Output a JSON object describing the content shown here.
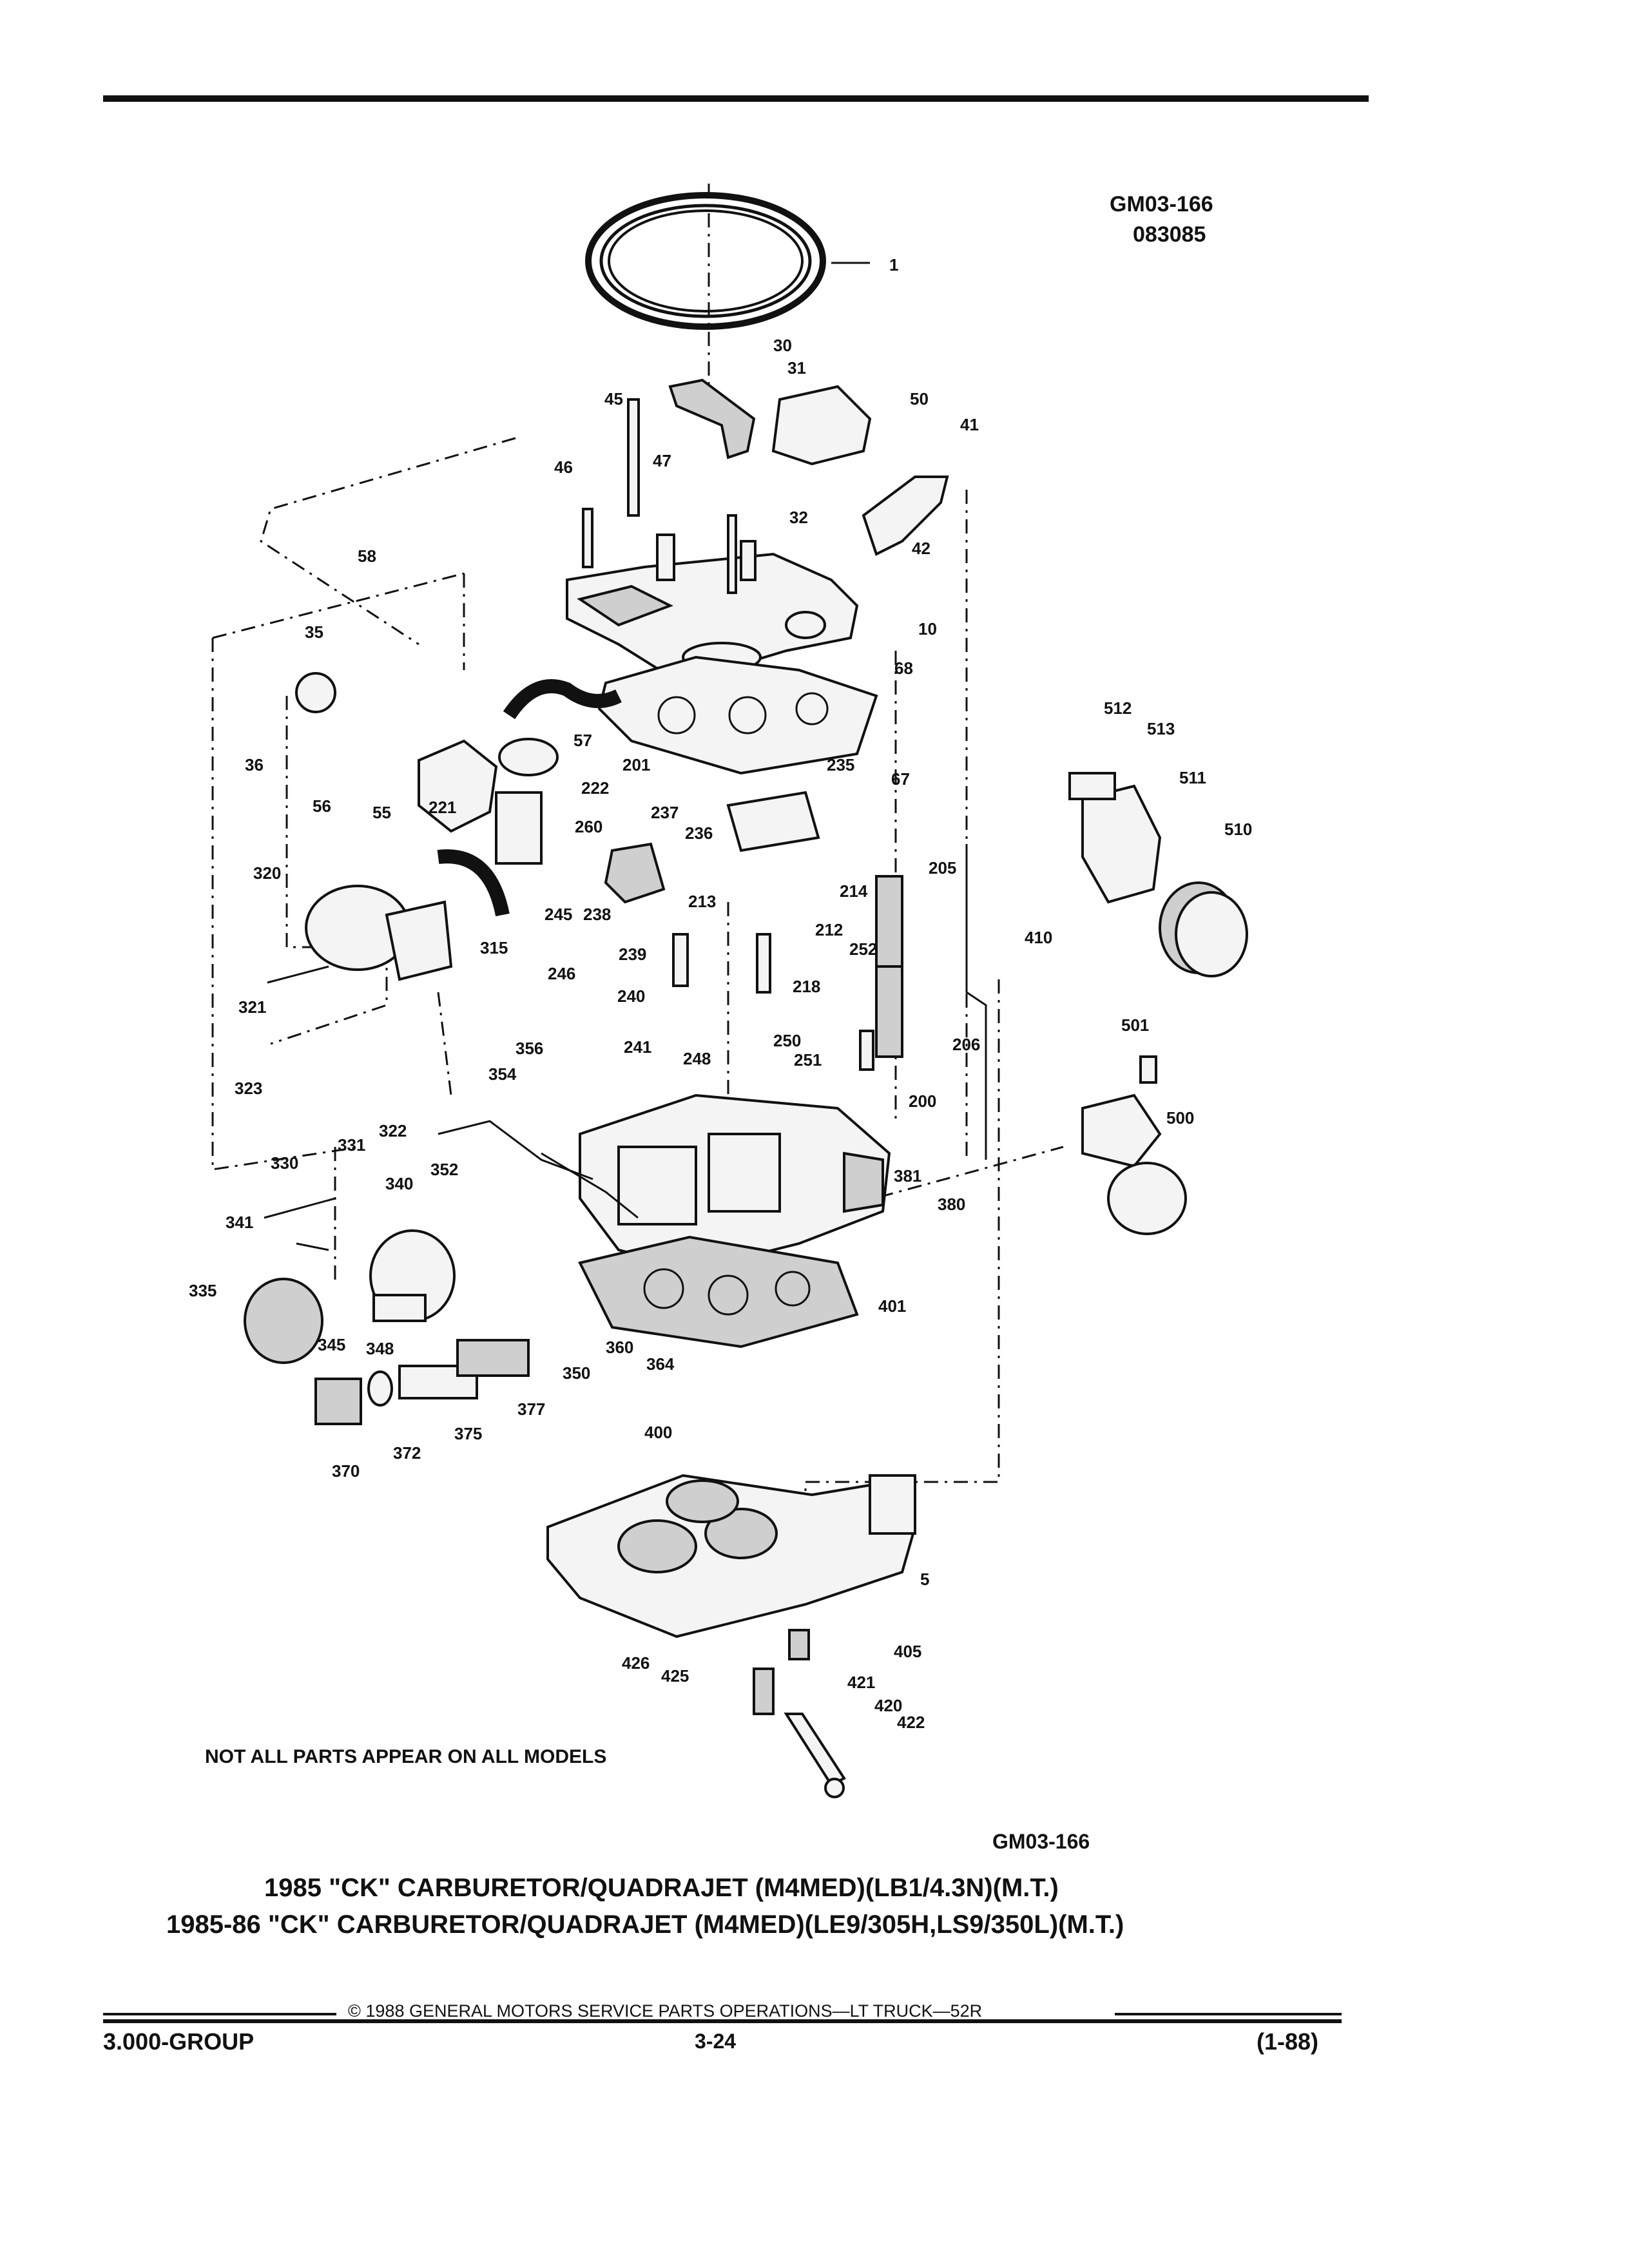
{
  "header": {
    "code": "GM03-166",
    "number": "083085"
  },
  "diagram": {
    "callouts": [
      "1",
      "30",
      "31",
      "45",
      "50",
      "41",
      "46",
      "47",
      "32",
      "42",
      "58",
      "10",
      "35",
      "68",
      "36",
      "57",
      "201",
      "235",
      "67",
      "56",
      "55",
      "222",
      "221",
      "260",
      "237",
      "236",
      "214",
      "205",
      "320",
      "245",
      "238",
      "213",
      "212",
      "315",
      "246",
      "239",
      "252",
      "321",
      "240",
      "218",
      "250",
      "356",
      "241",
      "248",
      "251",
      "206",
      "354",
      "323",
      "200",
      "322",
      "331",
      "330",
      "340",
      "352",
      "381",
      "380",
      "341",
      "335",
      "345",
      "348",
      "360",
      "364",
      "401",
      "350",
      "377",
      "375",
      "372",
      "370",
      "400",
      "5",
      "405",
      "426",
      "425",
      "421",
      "420",
      "422",
      "410",
      "512",
      "513",
      "511",
      "510",
      "501",
      "500"
    ],
    "note": "NOT ALL PARTS APPEAR ON ALL MODELS",
    "figure_code": "GM03-166"
  },
  "titles": {
    "line1": "1985 \"CK\" CARBURETOR/QUADRAJET (M4MED)(LB1/4.3N)(M.T.)",
    "line2": "1985-86 \"CK\" CARBURETOR/QUADRAJET (M4MED)(LE9/305H,LS9/350L)(M.T.)"
  },
  "footer": {
    "copyright": "© 1988 GENERAL MOTORS SERVICE PARTS OPERATIONS—LT TRUCK—52R",
    "group": "3.000-GROUP",
    "page": "3-24",
    "date": "(1-88)"
  }
}
